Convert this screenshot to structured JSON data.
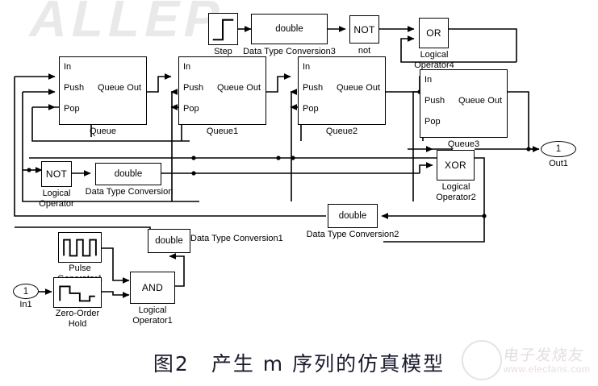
{
  "figure": {
    "caption": "图2　产生 m 序列的仿真模型",
    "watermark_top": "ALLEP",
    "watermark_brand": "电子发烧友",
    "watermark_url": "www.elecfans.com"
  },
  "blocks": {
    "step": {
      "label": "Step",
      "icon": "step-icon"
    },
    "dtc3": {
      "text": "double",
      "label": "Data Type Conversion3"
    },
    "not_top": {
      "text": "NOT",
      "label": "not"
    },
    "or_gate": {
      "text": "OR",
      "label": "Logical\nOperator4"
    },
    "queue0": {
      "in": "In",
      "push": "Push",
      "mid": "Queue",
      "pop": "Pop",
      "out": "Out",
      "label": "Queue"
    },
    "queue1": {
      "in": "In",
      "push": "Push",
      "mid": "Queue",
      "pop": "Pop",
      "out": "Out",
      "label": "Queue1"
    },
    "queue2": {
      "in": "In",
      "push": "Push",
      "mid": "Queue",
      "pop": "Pop",
      "out": "Out",
      "label": "Queue2"
    },
    "queue3": {
      "in": "In",
      "push": "Push",
      "mid": "Queue",
      "pop": "Pop",
      "out": "Out",
      "label": "Queue3"
    },
    "xor_gate": {
      "text": "XOR",
      "label": "Logical\nOperator2"
    },
    "out1": {
      "text": "1",
      "label": "Out1"
    },
    "not_left": {
      "text": "NOT",
      "label": "Logical\nOperator"
    },
    "dtc0": {
      "text": "double",
      "label": "Data Type Conversion"
    },
    "dtc2": {
      "text": "double",
      "label": "Data Type Conversion2"
    },
    "dtc1": {
      "text": "double",
      "label": "Data Type Conversion1"
    },
    "pulse_gen": {
      "label": "Pulse\nGenerator1",
      "icon": "pulse-icon"
    },
    "in1": {
      "text": "1",
      "label": "In1"
    },
    "zoh": {
      "label": "Zero-Order\nHold",
      "icon": "zoh-icon"
    },
    "and_gate": {
      "text": "AND",
      "label": "Logical\nOperator1"
    }
  },
  "colors": {
    "line": "#000000",
    "background": "#ffffff",
    "caption": "#1b1b2e",
    "watermark": "#e9e9e9"
  }
}
